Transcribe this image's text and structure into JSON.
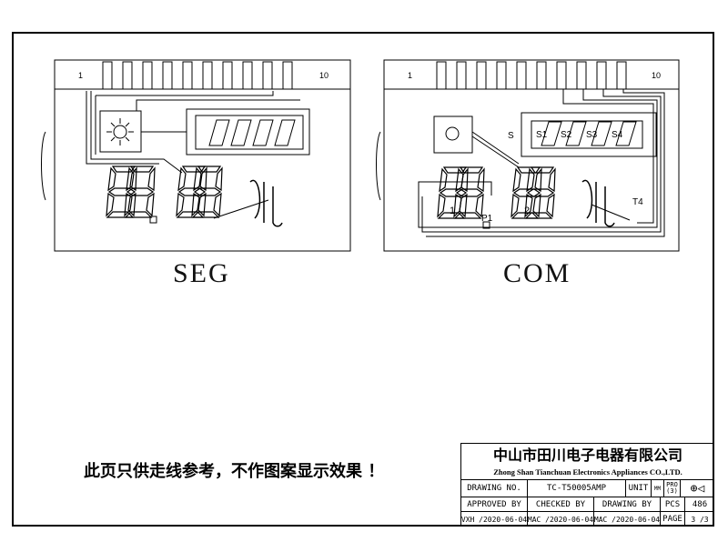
{
  "panels": {
    "seg": {
      "label": "SEG",
      "pin_first": "1",
      "pin_last": "10"
    },
    "com": {
      "label": "COM",
      "pin_first": "1",
      "pin_last": "10",
      "battery_prefix": "S",
      "battery_segments": [
        "S1",
        "S2",
        "S3",
        "S4"
      ],
      "digit_labels": [
        "1",
        "2"
      ],
      "dot_label": "P1",
      "unit_label": "T4"
    }
  },
  "note": "此页只供走线参考，不作图案显示效果 ！",
  "title_block": {
    "company_cn": "中山市田川电子电器有限公司",
    "company_en": "Zhong Shan Tianchuan Electronics Appliances CO.,LTD.",
    "drawing_no_label": "DRAWING NO.",
    "drawing_no": "TC-T50005AMP",
    "unit_label": "UNIT",
    "unit": "MM",
    "projection": "PRO (3)",
    "approved_label": "APPROVED BY",
    "checked_label": "CHECKED BY",
    "drawing_by_label": "DRAWING BY",
    "pcs_label": "PCS",
    "pcs": "486",
    "approved": "VXH /2020-06-04",
    "checked": "MAC /2020-06-04",
    "drawn": "MAC /2020-06-04",
    "page_label": "PAGE",
    "page": "3 /3"
  }
}
